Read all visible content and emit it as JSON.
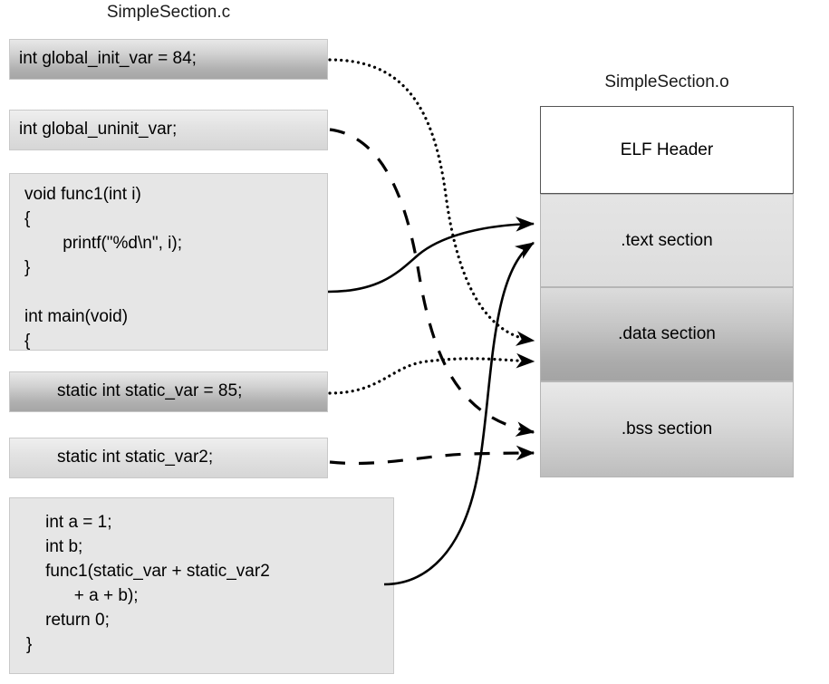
{
  "source": {
    "title": "SimpleSection.c",
    "boxes": [
      {
        "name": "global-init-var",
        "text": "int global_init_var = 84;"
      },
      {
        "name": "global-uninit-var",
        "text": "int global_uninit_var;"
      },
      {
        "name": "func1-and-main",
        "text": "void func1(int i)\n{\n        printf(\"%d\\n\", i);\n}\n\nint main(void)\n{"
      },
      {
        "name": "static-var",
        "text": "static int static_var = 85;"
      },
      {
        "name": "static-var2",
        "text": "static int static_var2;"
      },
      {
        "name": "main-body",
        "text": "    int a = 1;\n    int b;\n    func1(static_var + static_var2\n          + a + b);\n    return 0;\n}"
      }
    ]
  },
  "object": {
    "title": "SimpleSection.o",
    "sections": [
      {
        "name": "elf-header",
        "label": "ELF Header"
      },
      {
        "name": "text-section",
        "label": ".text section"
      },
      {
        "name": "data-section",
        "label": ".data section"
      },
      {
        "name": "bss-section",
        "label": ".bss section"
      }
    ]
  },
  "connections": [
    {
      "from": "global-init-var",
      "to": "data-section",
      "style": "dotted"
    },
    {
      "from": "global-uninit-var",
      "to": "bss-section",
      "style": "dashed"
    },
    {
      "from": "func1-and-main",
      "to": "text-section",
      "style": "solid"
    },
    {
      "from": "static-var",
      "to": "data-section",
      "style": "dotted"
    },
    {
      "from": "static-var2",
      "to": "bss-section",
      "style": "dashed"
    },
    {
      "from": "main-body",
      "to": "text-section",
      "style": "solid"
    }
  ],
  "colors": {
    "line": "#000000",
    "box_border": "#c9c9c9",
    "header_border": "#555555",
    "background": "#ffffff"
  }
}
